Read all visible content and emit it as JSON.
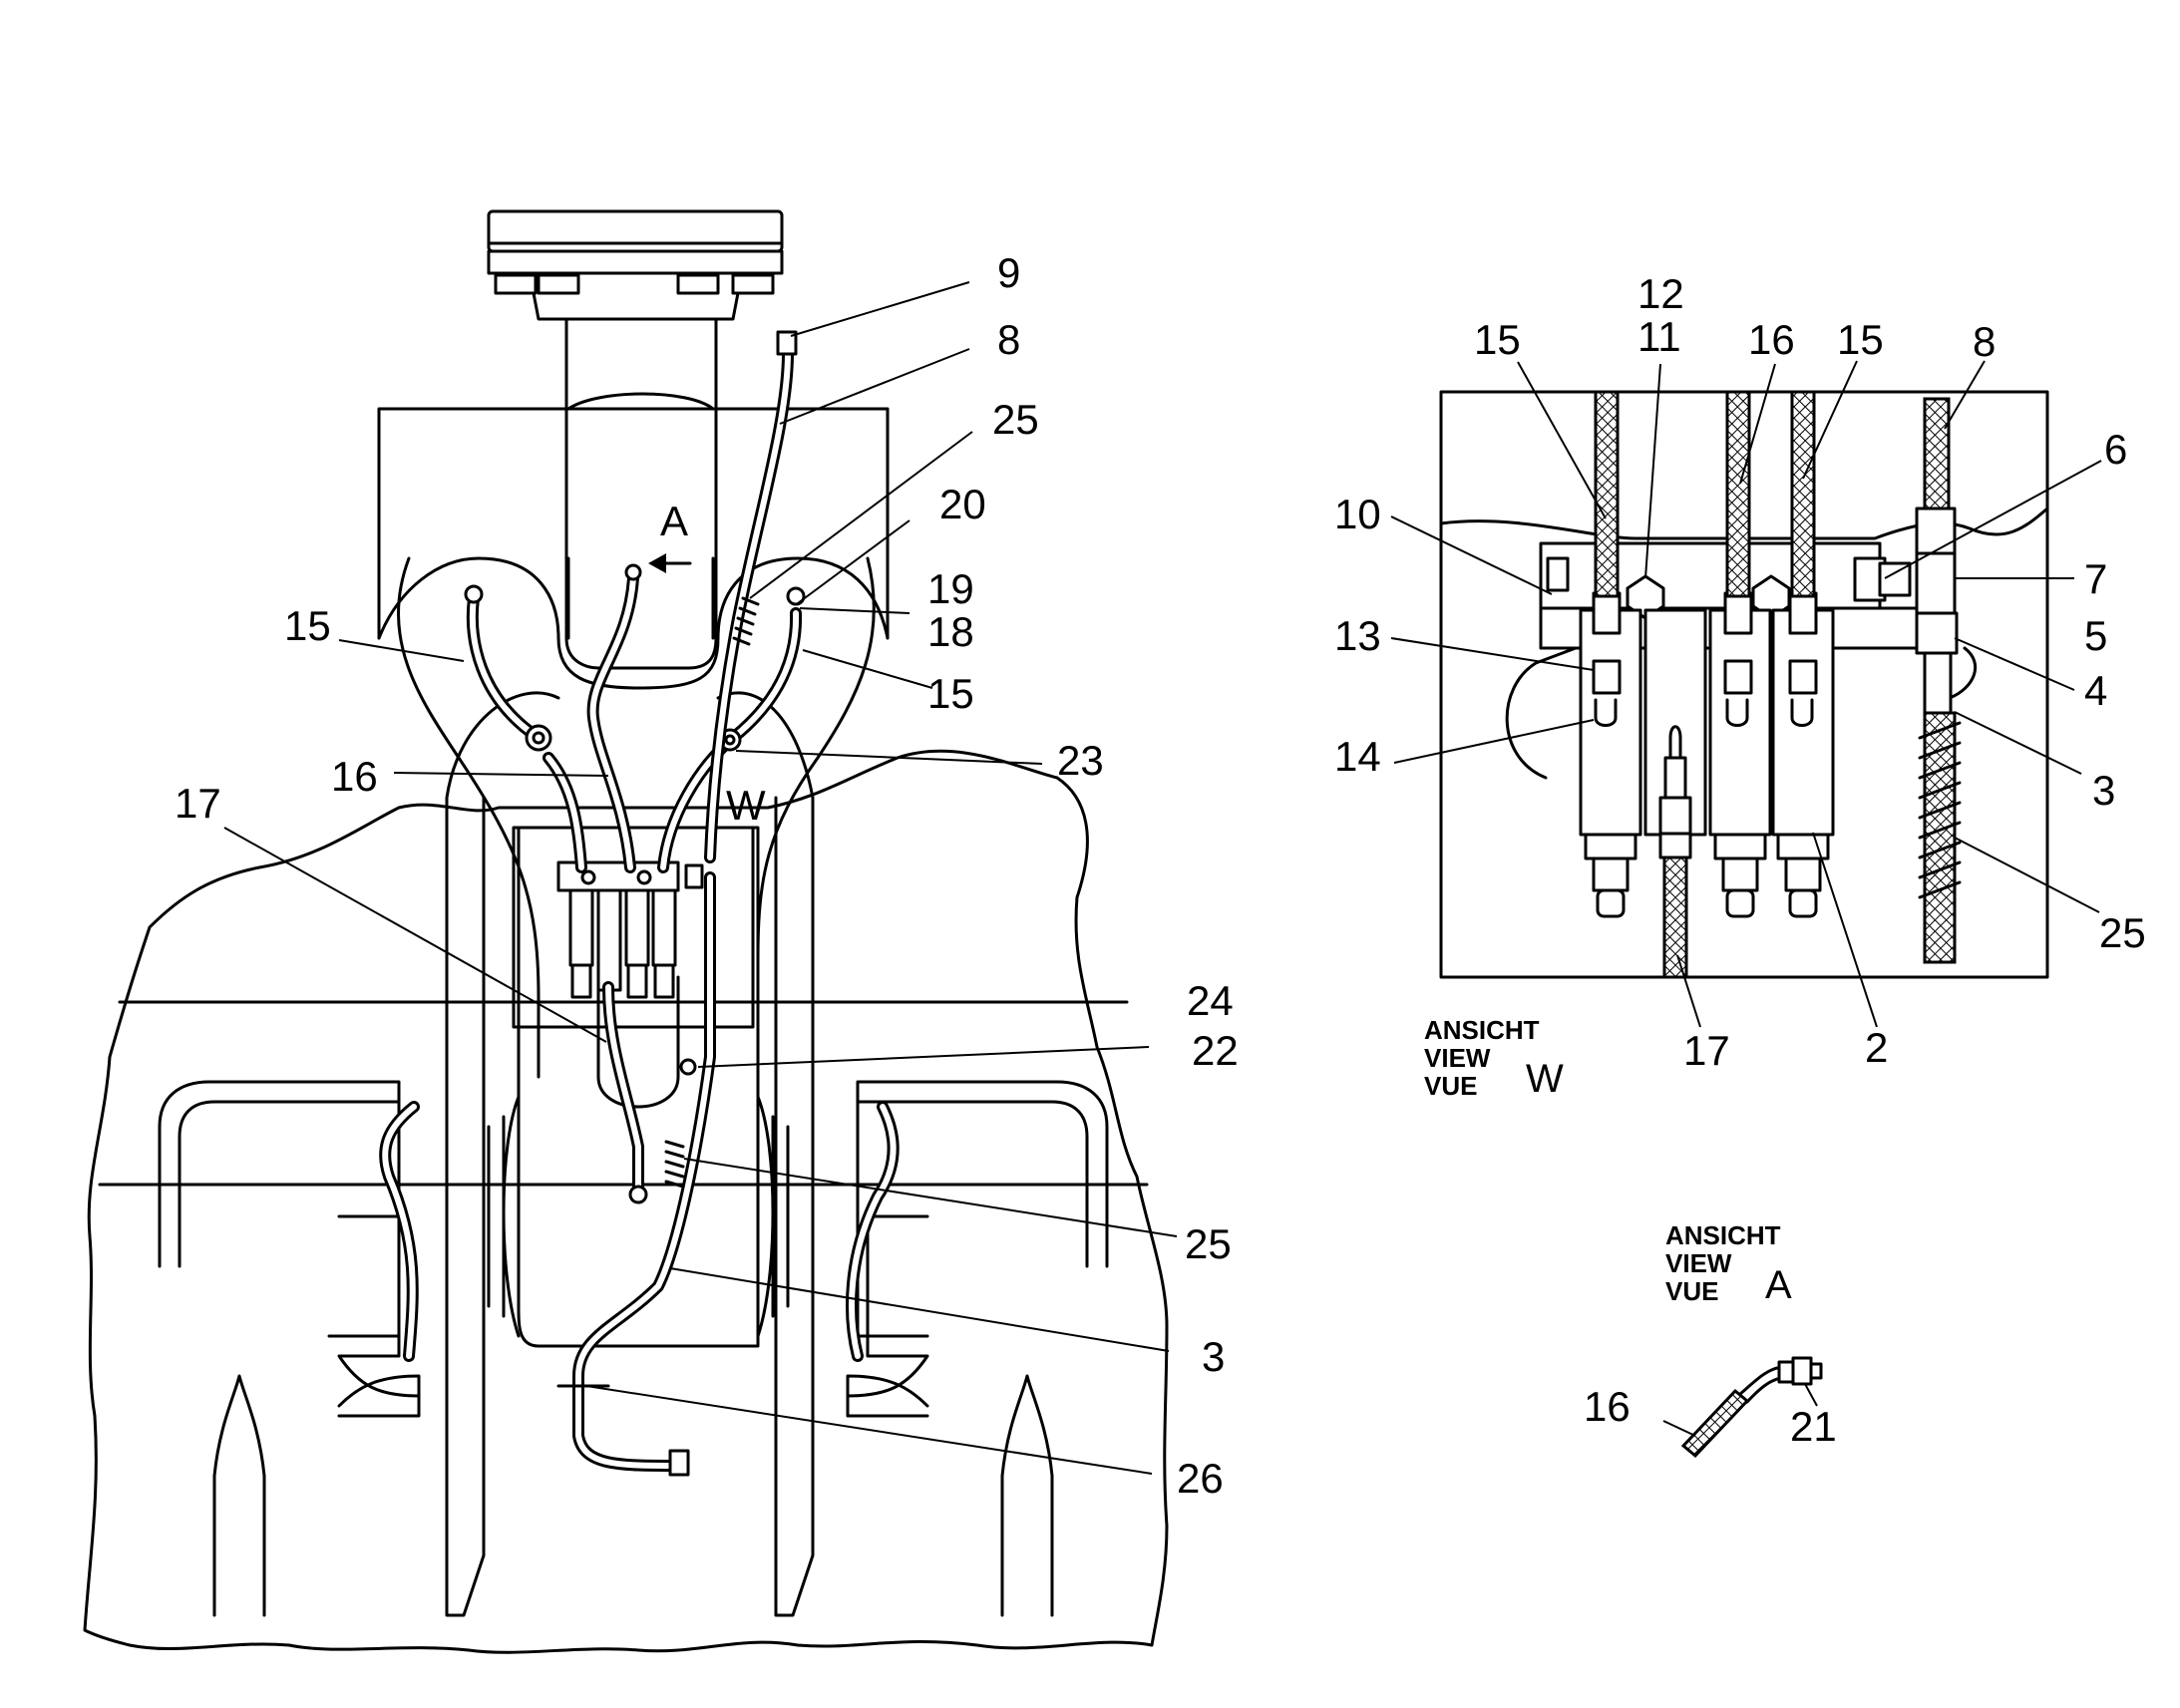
{
  "callouts": {
    "main": {
      "c9": "9",
      "c8": "8",
      "c25a": "25",
      "c20": "20",
      "c19": "19",
      "c18": "18",
      "c15a": "15",
      "c15b": "15",
      "c16": "16",
      "c23": "23",
      "c17": "17",
      "cW": "W",
      "cA": "A",
      "c24": "24",
      "c22": "22",
      "c25b": "25",
      "c3": "3",
      "c26": "26"
    },
    "view_w": {
      "c12": "12",
      "c11": "11",
      "c15a": "15",
      "c16": "16",
      "c15b": "15",
      "c8": "8",
      "c6": "6",
      "c10": "10",
      "c7": "7",
      "c13": "13",
      "c5": "5",
      "c4": "4",
      "c14": "14",
      "c3": "3",
      "c25": "25",
      "c17": "17",
      "c2": "2"
    },
    "view_a": {
      "c16": "16",
      "c21": "21"
    }
  },
  "view_labels": {
    "w": {
      "line1": "ANSICHT",
      "line2": "VIEW",
      "line3": "VUE",
      "letter": "W"
    },
    "a": {
      "line1": "ANSICHT",
      "line2": "VIEW",
      "line3": "VUE",
      "letter": "A"
    }
  }
}
